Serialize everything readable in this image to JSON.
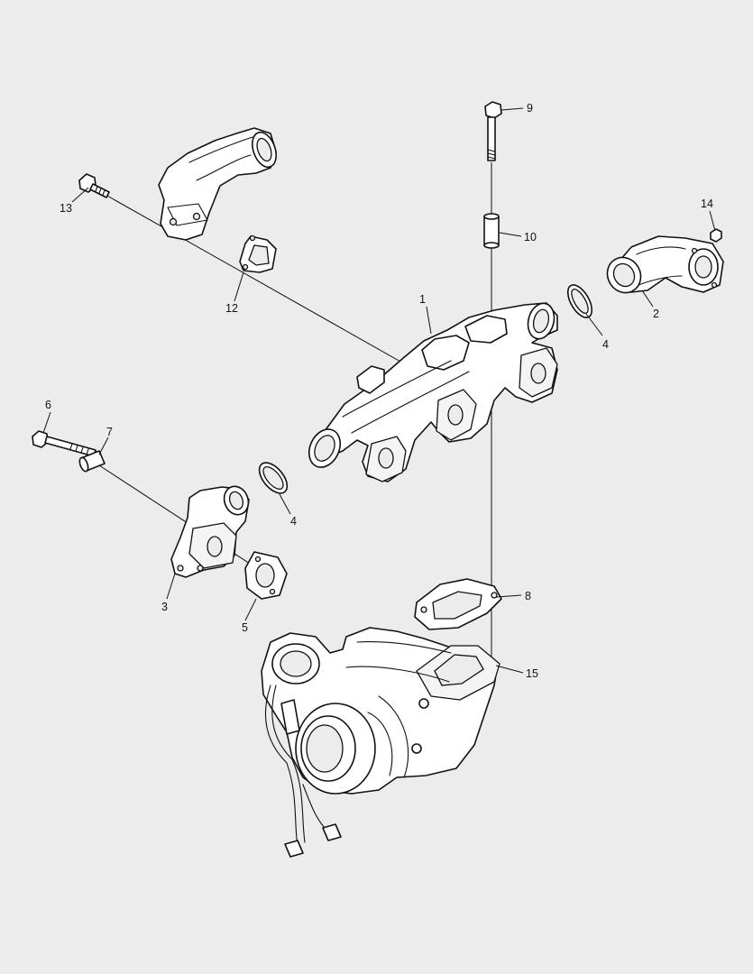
{
  "diagram": {
    "background": "#ececec",
    "line_color": "#111111",
    "callouts": [
      {
        "id": "c1",
        "label": "1"
      },
      {
        "id": "c2",
        "label": "2"
      },
      {
        "id": "c3",
        "label": "3"
      },
      {
        "id": "c4a",
        "label": "4"
      },
      {
        "id": "c4b",
        "label": "4"
      },
      {
        "id": "c5",
        "label": "5"
      },
      {
        "id": "c6",
        "label": "6"
      },
      {
        "id": "c7",
        "label": "7"
      },
      {
        "id": "c8",
        "label": "8"
      },
      {
        "id": "c9",
        "label": "9"
      },
      {
        "id": "c10",
        "label": "10"
      },
      {
        "id": "c12",
        "label": "12"
      },
      {
        "id": "c13",
        "label": "13"
      },
      {
        "id": "c14",
        "label": "14"
      },
      {
        "id": "c15",
        "label": "15"
      }
    ]
  }
}
